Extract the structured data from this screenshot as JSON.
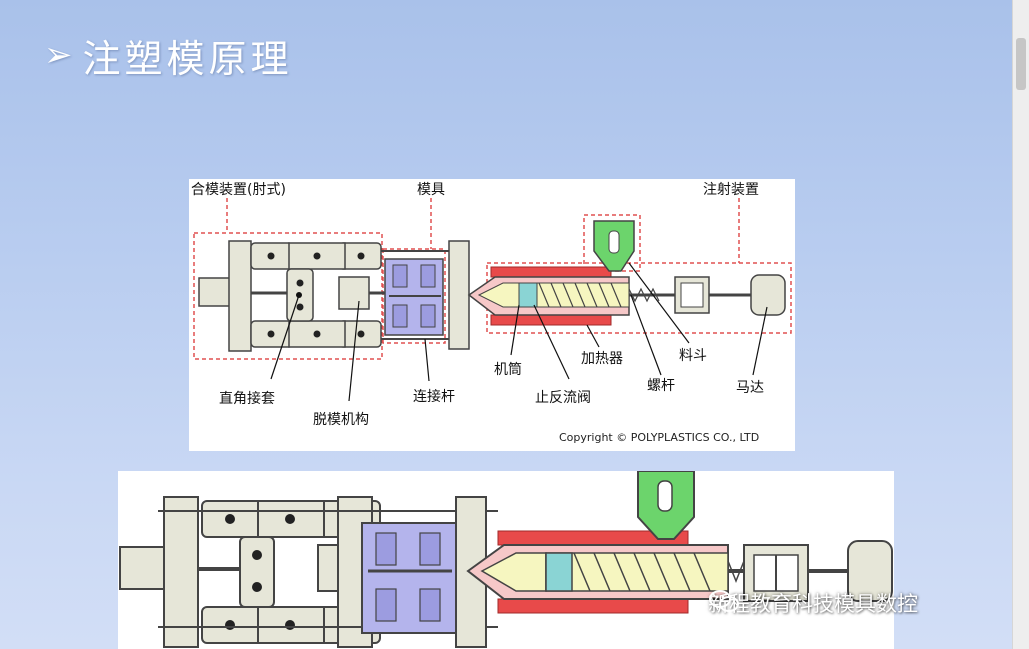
{
  "slide": {
    "bullet": "➢",
    "title": "注塑模原理"
  },
  "figure1": {
    "labels": {
      "clamp_unit": "合模装置(肘式)",
      "mold": "模具",
      "injection_unit": "注射装置",
      "toggle_joint": "直角接套",
      "ejector": "脱模机构",
      "tie_bar": "连接杆",
      "barrel": "机筒",
      "check_valve": "止反流阀",
      "heater": "加热器",
      "screw": "螺杆",
      "hopper": "料斗",
      "motor": "马达"
    },
    "copyright": "Copyright © POLYPLASTICS CO., LTD"
  },
  "watermark": {
    "text": "新程教育科技模具数控",
    "icon": "wechat-icon"
  },
  "colors": {
    "frame_fill": "#e6e6d8",
    "frame_stroke": "#444444",
    "mold_fill": "#b4b4ec",
    "heater_red": "#e84a4a",
    "barrel_pink": "#f6c8c8",
    "screw_yellow": "#f6f6c0",
    "hopper_green": "#6cd46c",
    "dash_red": "#e05050"
  }
}
